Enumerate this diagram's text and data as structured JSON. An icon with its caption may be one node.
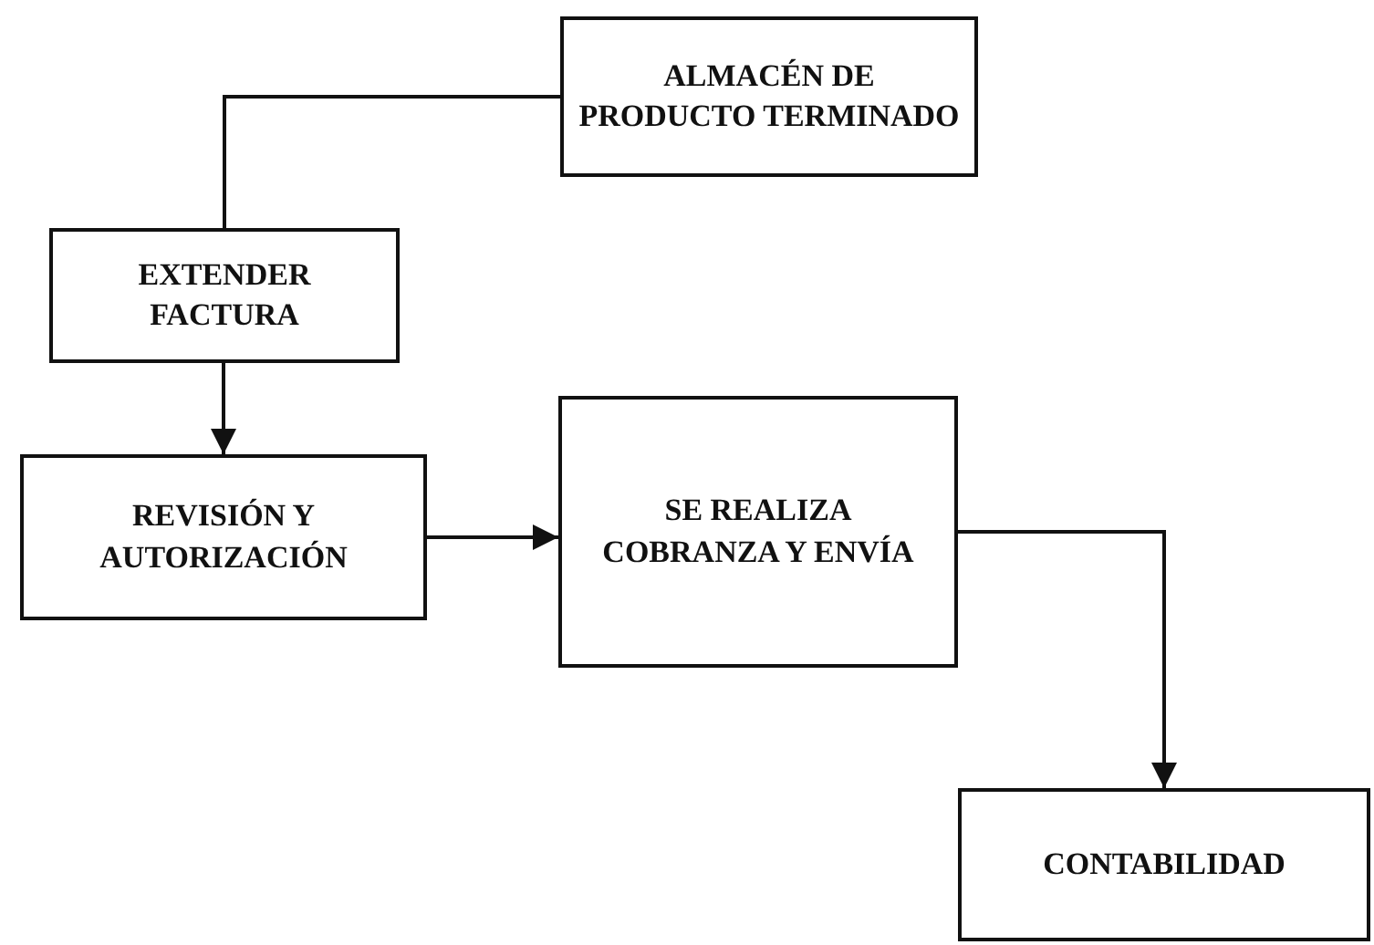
{
  "diagram": {
    "nodes": [
      {
        "text": [
          "ALMACÉN DE PRODUCTO TERMINADO"
        ]
      },
      {
        "text": [
          "EXTENDER FACTURA"
        ]
      },
      {
        "text": [
          "REVISIÓN Y AUTORIZACIÓN"
        ]
      },
      {
        "text": [
          "SE REALIZA COBRANZA Y ENVÍA"
        ]
      },
      {
        "text": [
          "CONTABILIDAD"
        ]
      }
    ],
    "edges": [
      {
        "from": 0,
        "to": 1,
        "arrow": "none"
      },
      {
        "from": 1,
        "to": 2,
        "arrow": "to"
      },
      {
        "from": 2,
        "to": 3,
        "arrow": "to"
      },
      {
        "from": 3,
        "to": 4,
        "arrow": "to"
      }
    ]
  }
}
